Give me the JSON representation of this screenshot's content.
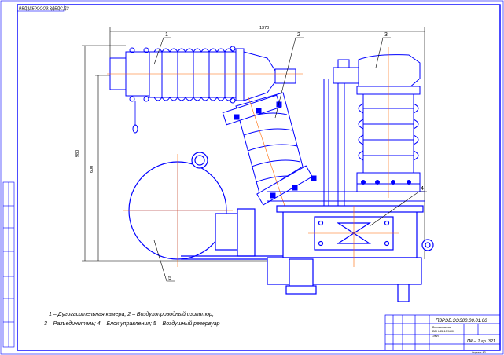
{
  "stamp_top_left": "ВВДЗДБ0ОООЗ.ЗДЕДС.ДЗ",
  "dimensions": {
    "overall_width": "1370",
    "overall_height": "980",
    "height_2": "600"
  },
  "callouts": [
    "1",
    "2",
    "3",
    "4",
    "5"
  ],
  "legend": {
    "line1": "1 – Дугогасительная камера; 2 – Воздухопроводный изолятор;",
    "line2": "3 – Разъединитель; 4 – Блок управления; 5 – Воздушный резервуар"
  },
  "title_block": {
    "code": "ПЗРЭБ.ЭЭЗ00.00.01.00",
    "name_line1": "Выключатель",
    "name_line2": "ВВН-35-10/1600",
    "name_line3": "ЭКИ",
    "sheet": "ПК – 1 гр. 321",
    "scale_note": "Формат А3"
  },
  "colors": {
    "ink": "#0000ff",
    "dim": "#000000",
    "axis": "#ff6600",
    "paper": "#ffffff"
  }
}
